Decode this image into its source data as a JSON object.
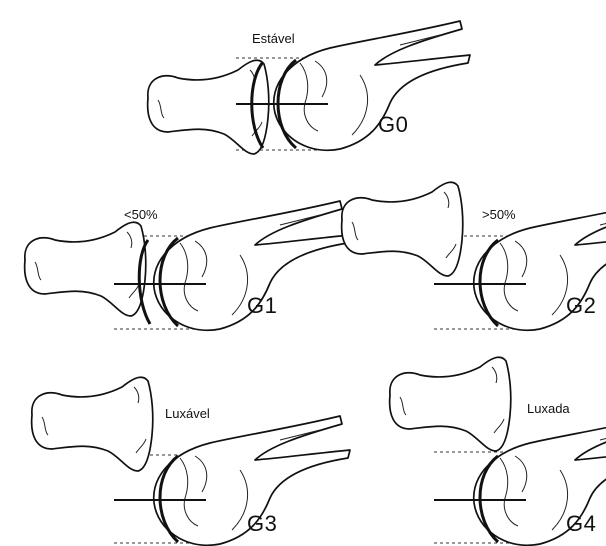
{
  "panels": [
    {
      "id": "G0",
      "grade": "G0",
      "caption": "Estável"
    },
    {
      "id": "G1",
      "grade": "G1",
      "caption": "<50%"
    },
    {
      "id": "G2",
      "grade": "G2",
      "caption": ">50%"
    },
    {
      "id": "G3",
      "grade": "G3",
      "caption": "Luxável"
    },
    {
      "id": "G4",
      "grade": "G4",
      "caption": "Luxada"
    }
  ]
}
